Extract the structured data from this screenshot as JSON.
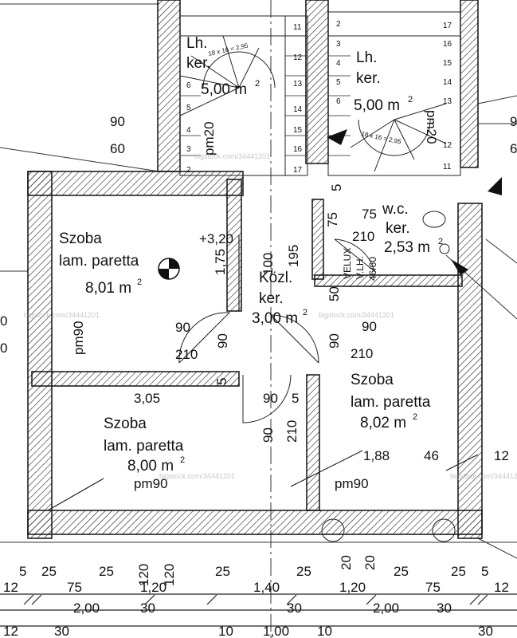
{
  "rooms": [
    {
      "id": "stair1",
      "name": "Lh.",
      "name2": "ker.",
      "area": "5,00 m",
      "floor": "pm20",
      "steps": "18 x 16 = 2,95"
    },
    {
      "id": "stair2",
      "name": "Lh.",
      "name2": "ker.",
      "area": "5,00 m",
      "floor": "pm20",
      "steps": "18 x 16 = 2,95"
    },
    {
      "id": "room1",
      "name": "Szoba",
      "finish": "lam. paretta",
      "area": "8,01 m",
      "floor": "pm90"
    },
    {
      "id": "hall",
      "name": "Közl.",
      "name2": "ker.",
      "area": "3,00 m"
    },
    {
      "id": "wc",
      "name": "w.c.",
      "name2": "ker.",
      "area": "2,53 m"
    },
    {
      "id": "room2",
      "name": "Szoba",
      "finish": "lam. paretta",
      "area": "8,00 m",
      "floor": "pm90"
    },
    {
      "id": "room3",
      "name": "Szoba",
      "finish": "lam. paretta",
      "area": "8,02 m",
      "floor": "pm90"
    }
  ],
  "sup2": "2",
  "steps_left": [
    "11",
    "12",
    "13",
    "14",
    "15",
    "16",
    "17"
  ],
  "steps_left2": [
    "6",
    "5",
    "4",
    "3",
    "2"
  ],
  "steps_right": [
    "17",
    "16",
    "15",
    "14",
    "13",
    "12",
    "11"
  ],
  "steps_right2": [
    "2",
    "3",
    "4",
    "5",
    "6"
  ],
  "dims": {
    "d90a": "90",
    "d60": "60",
    "d9r": "9",
    "d6r": "6",
    "d320": "+3,20",
    "d175": "1,75",
    "d100": "100",
    "d195": "195",
    "d5a": "5",
    "d75a": "75",
    "d75b": "75",
    "d210a": "210",
    "d90b": "90",
    "d210b": "210",
    "d90c": "90",
    "d50": "50",
    "d90d": "90",
    "d210c": "210",
    "d90e": "90",
    "d5b": "5",
    "d305": "3,05",
    "d90f": "90",
    "d5c": "5",
    "d90g": "90",
    "d210d": "210",
    "d188": "1,88",
    "d46": "46",
    "d12a": "12",
    "d90h": "90",
    "d0": "0",
    "d0b": "0",
    "velux": "VELUX",
    "vlh": "V.LH.",
    "v4660": "46/60",
    "d120a": "120",
    "d120b": "120",
    "d20a": "20",
    "d20b": "20"
  },
  "bottom_dims": {
    "row1": [
      "5",
      "25",
      "25",
      "25",
      "25",
      "25",
      "25",
      "5"
    ],
    "row2": [
      "12",
      "75",
      "1,20",
      "1,40",
      "1,20",
      "75",
      "12"
    ],
    "row3": [
      "2,00",
      "30",
      "30",
      "2,00",
      "30"
    ],
    "row4": [
      "12",
      "30",
      "10",
      "1,00",
      "10",
      "30"
    ]
  },
  "watermark": "bigstock.com/34441201",
  "north_arrow": "north-arrow-symbol"
}
